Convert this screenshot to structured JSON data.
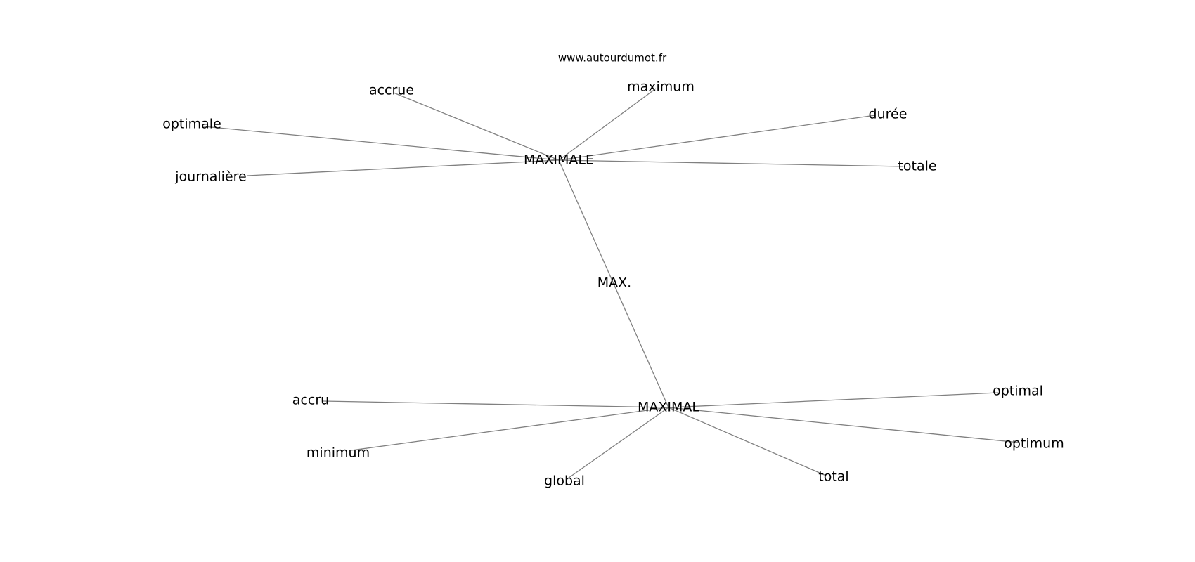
{
  "source": "www.autourdumot.fr",
  "graph": {
    "nodes": [
      {
        "id": "maximale",
        "label": "MAXIMALE"
      },
      {
        "id": "maximal",
        "label": "MAXIMAL"
      },
      {
        "id": "max",
        "label": "MAX."
      },
      {
        "id": "accrue",
        "label": "accrue"
      },
      {
        "id": "maximum",
        "label": "maximum"
      },
      {
        "id": "duree",
        "label": "durée"
      },
      {
        "id": "optimale",
        "label": "optimale"
      },
      {
        "id": "journaliere",
        "label": "journalière"
      },
      {
        "id": "totale",
        "label": "totale"
      },
      {
        "id": "accru",
        "label": "accru"
      },
      {
        "id": "minimum",
        "label": "minimum"
      },
      {
        "id": "global",
        "label": "global"
      },
      {
        "id": "total",
        "label": "total"
      },
      {
        "id": "optimal",
        "label": "optimal"
      },
      {
        "id": "optimum",
        "label": "optimum"
      }
    ],
    "edges": [
      [
        "maximale",
        "accrue"
      ],
      [
        "maximale",
        "maximum"
      ],
      [
        "maximale",
        "duree"
      ],
      [
        "maximale",
        "optimale"
      ],
      [
        "maximale",
        "journaliere"
      ],
      [
        "maximale",
        "totale"
      ],
      [
        "maximale",
        "maximal"
      ],
      [
        "maximal",
        "accru"
      ],
      [
        "maximal",
        "minimum"
      ],
      [
        "maximal",
        "global"
      ],
      [
        "maximal",
        "total"
      ],
      [
        "maximal",
        "optimal"
      ],
      [
        "maximal",
        "optimum"
      ]
    ]
  },
  "colors": {
    "edge": "#808080",
    "text": "#000000",
    "background": "#ffffff"
  }
}
